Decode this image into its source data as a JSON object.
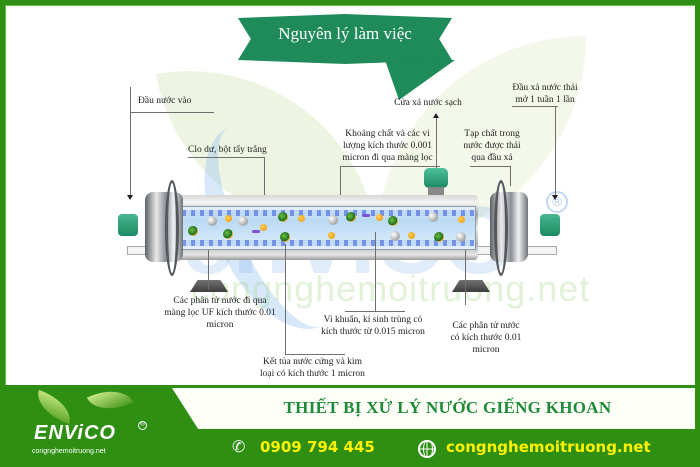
{
  "diagram": {
    "title": "Nguyên lý làm việc",
    "labels": {
      "inlet": "Đầu nước vào",
      "chlorine": "Clo dư, bột tẩy trắng",
      "minerals": [
        "Khoảng chất và các vi",
        "lượng kích thước 0.001",
        "micron đi qua màng lọc"
      ],
      "clean_outlet": "Cửa xả nước sạch",
      "impurities": [
        "Tạp chất trong",
        "nước được thải",
        "qua đầu xả"
      ],
      "waste_outlet": [
        "Đầu xả nước thải",
        "mở 1 tuần 1 lần"
      ],
      "uf_molecules": [
        "Các phân tử nước đi qua",
        "màng lọc UF kích thước 0.01",
        "micron"
      ],
      "precipitate": [
        "Kết tủa nước cứng và kim",
        "loại có kích thước 1 micron"
      ],
      "bacteria": [
        "Vi khuẩn, kí sinh trùng có",
        "kích thước từ 0.015 micron"
      ],
      "water_molecules": [
        "Các phân tử nước",
        "có kích thước 0.01",
        "micron"
      ]
    },
    "watermark": {
      "brand": "enViCO",
      "site": "congnghemoitruong.net",
      "registered": "®"
    }
  },
  "footer": {
    "logo": {
      "brand": "ENViCO",
      "registered": "®",
      "site": "congnghemoitruong.net"
    },
    "product_title": "THIẾT BỊ XỬ LÝ NƯỚC GIẾNG KHOAN",
    "phone_icon": "phone-icon",
    "phone": "0909 794 445",
    "web_icon": "globe-icon",
    "website": "congnghemoitruong.net"
  },
  "colors": {
    "frame_green": "#2e8f13",
    "banner_green": "#1f8a5a",
    "title_text_green": "#1f8a3a",
    "contact_yellow": "#fff200"
  }
}
